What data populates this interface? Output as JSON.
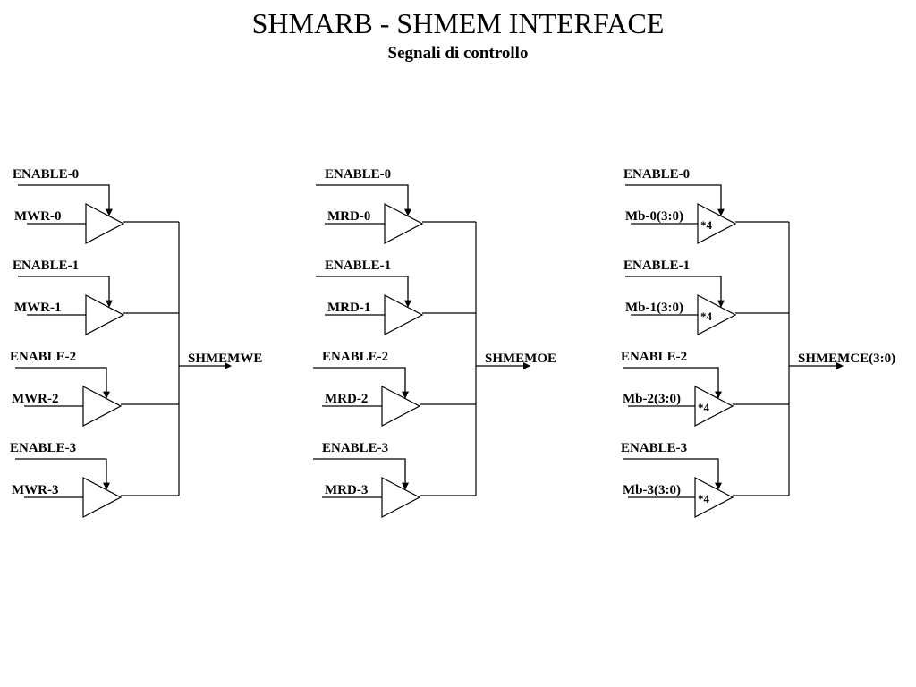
{
  "title": "SHMARB - SHMEM INTERFACE",
  "subtitle": "Segnali di controllo",
  "groups": [
    {
      "output": "SHMEMWE",
      "buffer_label": "",
      "rows": [
        {
          "enable": "ENABLE-0",
          "input": "MWR-0"
        },
        {
          "enable": "ENABLE-1",
          "input": "MWR-1"
        },
        {
          "enable": "ENABLE-2",
          "input": "MWR-2"
        },
        {
          "enable": "ENABLE-3",
          "input": "MWR-3"
        }
      ]
    },
    {
      "output": "SHMEMOE",
      "buffer_label": "",
      "rows": [
        {
          "enable": "ENABLE-0",
          "input": "MRD-0"
        },
        {
          "enable": "ENABLE-1",
          "input": "MRD-1"
        },
        {
          "enable": "ENABLE-2",
          "input": "MRD-2"
        },
        {
          "enable": "ENABLE-3",
          "input": "MRD-3"
        }
      ]
    },
    {
      "output": "SHMEMCE(3:0)",
      "buffer_label": "*4",
      "rows": [
        {
          "enable": "ENABLE-0",
          "input": "Mb-0(3:0)"
        },
        {
          "enable": "ENABLE-1",
          "input": "Mb-1(3:0)"
        },
        {
          "enable": "ENABLE-2",
          "input": "Mb-2(3:0)"
        },
        {
          "enable": "ENABLE-3",
          "input": "Mb-3(3:0)"
        }
      ]
    }
  ]
}
